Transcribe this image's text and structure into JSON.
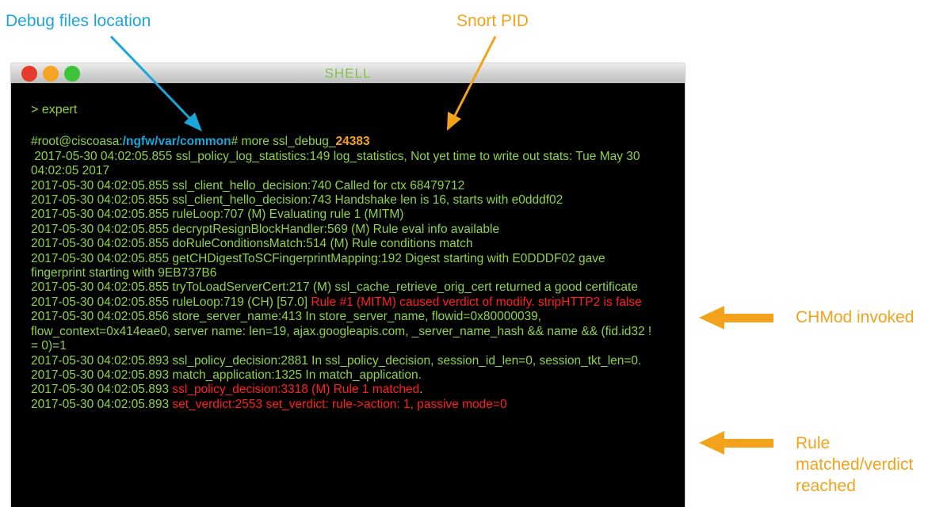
{
  "callouts": {
    "debug_files": "Debug files location",
    "snort_pid": "Snort PID",
    "chmod": "CHMod invoked",
    "rule_matched_1": "Rule",
    "rule_matched_2": "matched/verdict",
    "rule_matched_3": "reached"
  },
  "window": {
    "title": "SHELL"
  },
  "terminal": {
    "expert": "> expert",
    "prompt_user": "#root@ciscoasa:",
    "prompt_path": "/ngfw/var/common",
    "prompt_hash": "#",
    "command": " more ssl_debug_",
    "pid": "24383",
    "lines": [
      " 2017-05-30 04:02:05.855 ssl_policy_log_statistics:149 log_statistics, Not yet time to write out stats: Tue May 30 04:02:05 2017",
      "2017-05-30 04:02:05.855 ssl_client_hello_decision:740 Called for ctx 68479712",
      "2017-05-30 04:02:05.855 ssl_client_hello_decision:743 Handshake len is 16, starts with e0dddf02",
      "2017-05-30 04:02:05.855 ruleLoop:707 (M) Evaluating rule 1 (MITM)",
      "2017-05-30 04:02:05.855 decryptResignBlockHandler:569 (M) Rule eval info available",
      "2017-05-30 04:02:05.855 doRuleConditionsMatch:514 (M) Rule conditions match",
      "2017-05-30 04:02:05.855 getCHDigestToSCFingerprintMapping:192 Digest starting with E0DDDF02 gave fingerprint starting with 9EB737B6",
      "2017-05-30 04:02:05.855 tryToLoadServerCert:217 (M) ssl_cache_retrieve_orig_cert returned a good certificate"
    ],
    "chmod_prefix": "2017-05-30 04:02:05.855 ruleLoop:719 (CH) [57.0] ",
    "chmod_red": "Rule #1 (MITM) caused verdict of modify. stripHTTP2 is false",
    "lines2": [
      "2017-05-30 04:02:05.856 store_server_name:413 In store_server_name, flowid=0x80000039, flow_context=0x414eae0, server name: len=19, ajax.googleapis.com, _server_name_hash && name && (fid.id32 ! = 0)=1",
      "2017-05-30 04:02:05.893 ssl_policy_decision:2881 In ssl_policy_decision, session_id_len=0, session_tkt_len=0.",
      "2017-05-30 04:02:05.893 match_application:1325 In match_application."
    ],
    "matched_prefix": "2017-05-30 04:02:05.893 ",
    "matched_red": "ssl_policy_decision:3318 (M) Rule 1 matched",
    "matched_suffix": ".",
    "verdict_prefix": "2017-05-30 04:02:05.893 ",
    "verdict_red": "set_verdict:2553 set_verdict: rule->action: 1, passive mode=0"
  },
  "colors": {
    "terminal_text": "#8ed24b",
    "highlight_red": "#ff2020",
    "callout_blue": "#1ba6d9",
    "callout_orange": "#f2a31b"
  }
}
